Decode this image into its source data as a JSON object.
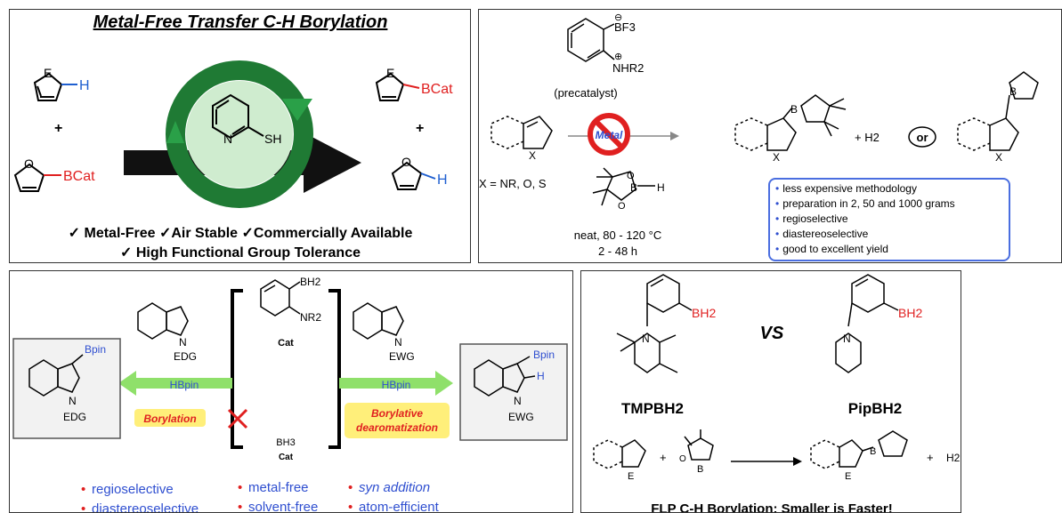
{
  "panel1": {
    "title": "Metal-Free Transfer C-H Borylation",
    "heteroatom": "E",
    "h_label": "H",
    "plus": "+",
    "bcat_label": "BCat",
    "catalyst_label": "SH",
    "catalyst_n": "N",
    "ring_o": "O",
    "features_line1": "✓ Metal-Free ✓Air Stable ✓Commercially Available",
    "features_line2": "✓ High Functional Group Tolerance",
    "colors": {
      "bcat": "#e02020",
      "h": "#1f5fd0",
      "cycle": "#1f8a3a"
    }
  },
  "panel2": {
    "bf3_label": "BF3",
    "minus_charge": "⊖",
    "plus_charge": "⊕",
    "nhr2_label": "NHR2",
    "precatalyst": "(precatalyst)",
    "metal_label": "Metal",
    "substrate_x": "X",
    "x_def": "X = NR, O, S",
    "hbpin_b": "B",
    "hbpin_h": "H",
    "o_label": "O",
    "conditions1": "neat, 80 - 120 °C",
    "conditions2": "2 - 48 h",
    "h2_label": "+ H2",
    "or_label": "or",
    "features": [
      "less expensive methodology",
      "preparation in 2, 50 and 1000 grams",
      "regioselective",
      "diastereoselective",
      "good to excellent yield"
    ]
  },
  "panel3": {
    "cat_bh2": "BH2",
    "cat_nr2": "NR2",
    "cat_label": "Cat",
    "bh3_label": "BH3",
    "cat_label2": "Cat",
    "edg": "EDG",
    "ewg": "EWG",
    "n_label": "N",
    "bpin": "Bpin",
    "h_label": "H",
    "hbpin_left": "HBpin",
    "hbpin_right": "HBpin",
    "borylation": "Borylation",
    "borylative_line1": "Borylative",
    "borylative_line2": "dearomatization",
    "bullets_col1": [
      "regioselective",
      "diastereoselective"
    ],
    "bullets_col2": [
      "metal-free",
      "solvent-free"
    ],
    "bullets_col3": [
      "syn addition",
      "atom-efficient"
    ]
  },
  "panel4": {
    "n_label": "N",
    "bh2_label": "BH2",
    "vs_label": "VS",
    "tmp_label": "TMPBH2",
    "pip_label": "PipBH2",
    "e_label": "E",
    "b_label": "B",
    "o_label": "O",
    "plus": "+",
    "h2": "H2",
    "caption": "FLP C-H Borylation: Smaller is Faster!"
  }
}
